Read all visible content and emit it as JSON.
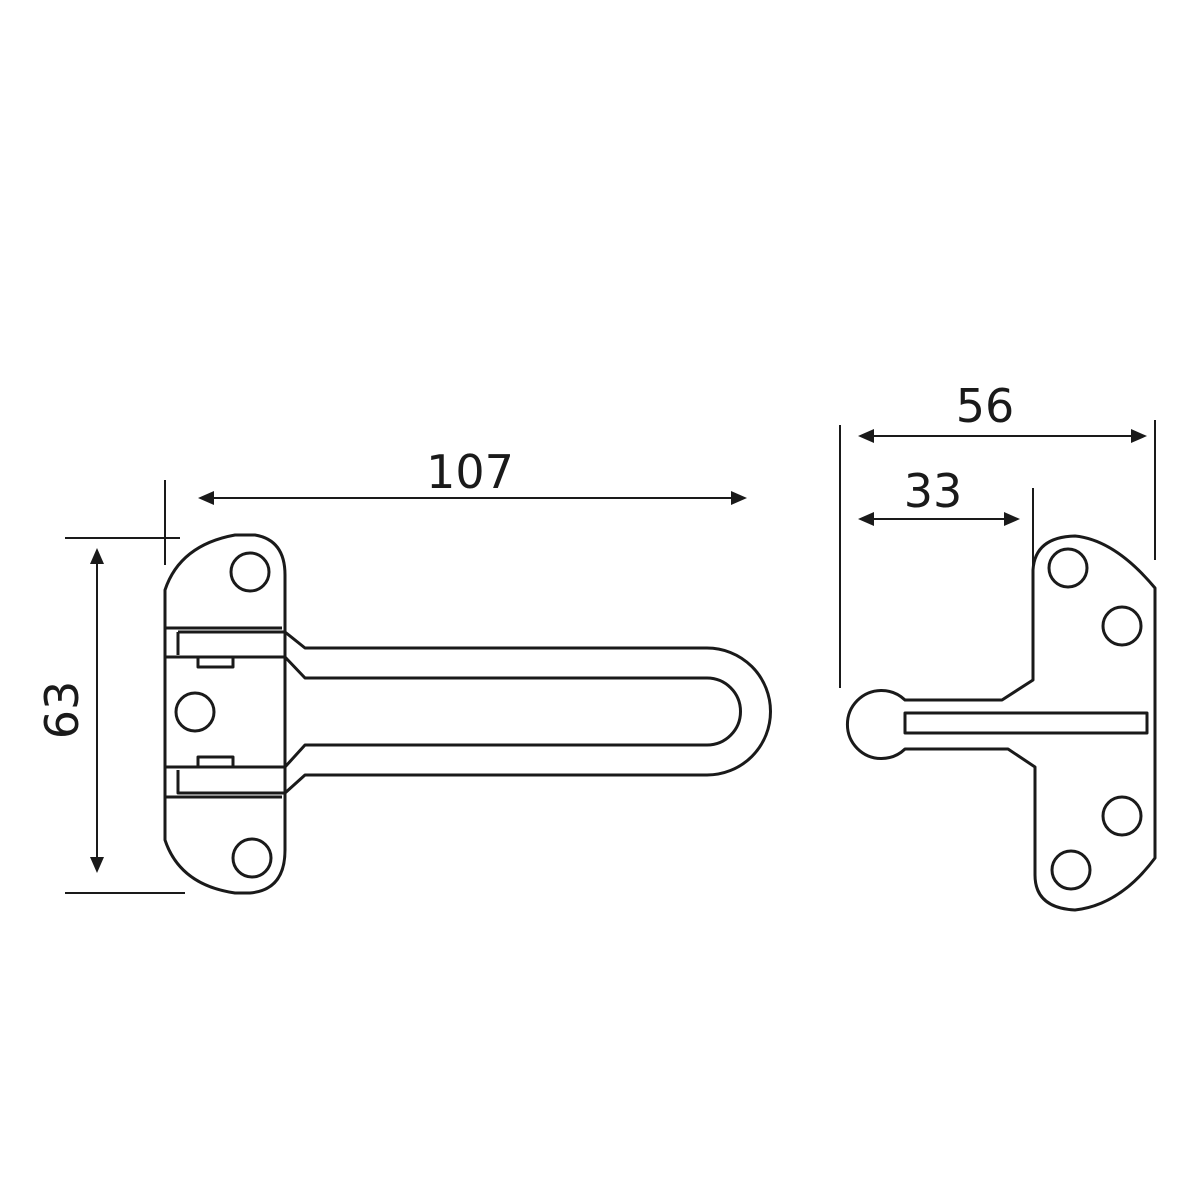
{
  "dimensions": {
    "length": "107",
    "height": "63",
    "total_depth": "56",
    "arm_depth": "33"
  },
  "colors": {
    "line": "#1a1a1a",
    "background": "#ffffff"
  }
}
